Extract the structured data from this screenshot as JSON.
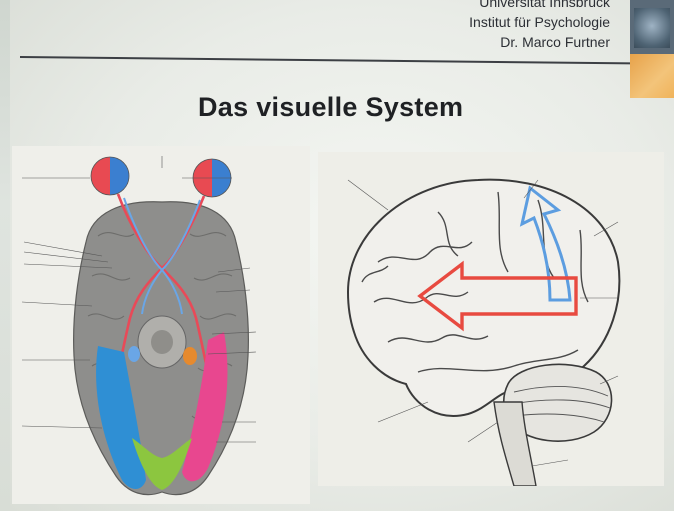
{
  "slide": {
    "title": "Das visuelle System",
    "institution_lines": [
      "Universität Innsbruck",
      "Institut für Psychologie",
      "Dr. Marco Furtner"
    ]
  },
  "colors": {
    "background": "#d8ddd6",
    "header_line": "#3c3f44",
    "left_eye_field": "#e84a52",
    "right_eye_field": "#3b7fd0",
    "ventral_stream": "#e84a58",
    "dorsal_stream": "#6aa6e6",
    "cortex_blue": "#2f8fd4",
    "cortex_green": "#8cc63f",
    "cortex_pink": "#e8478f",
    "cortex_orange": "#e68a2e"
  }
}
